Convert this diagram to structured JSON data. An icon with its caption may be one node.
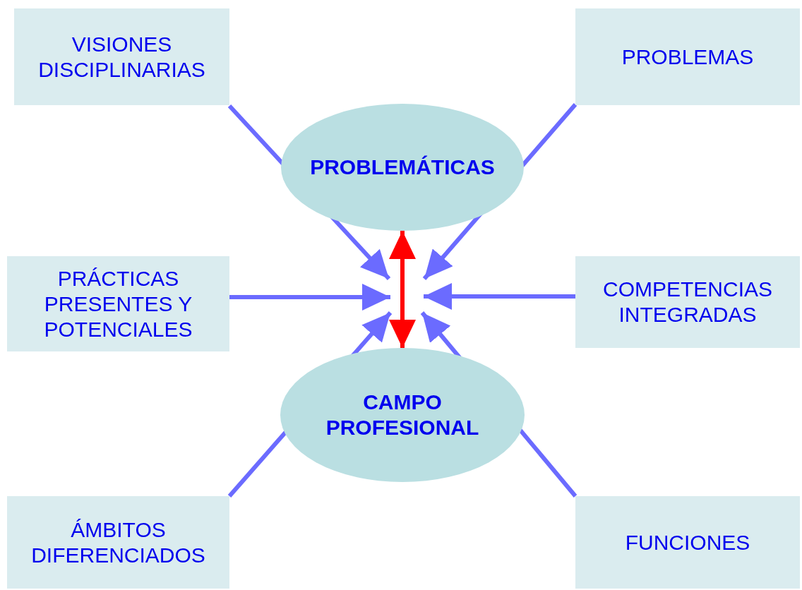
{
  "diagram": {
    "nodes": [
      {
        "text": [
          "VISIONES DISCIPLINARIAS"
        ]
      },
      {
        "text": [
          "PROBLEMAS"
        ]
      },
      {
        "text": [
          "PROBLEMÁTICAS"
        ]
      },
      {
        "text": [
          "PRÁCTICAS PRESENTES Y POTENCIALES"
        ]
      },
      {
        "text": [
          "COMPETENCIAS INTEGRADAS"
        ]
      },
      {
        "text": [
          "CAMPO PROFESIONAL"
        ]
      },
      {
        "text": [
          "ÁMBITOS DIFERENCIADOS"
        ]
      },
      {
        "text": [
          "FUNCIONES"
        ]
      }
    ],
    "edges": [
      {
        "from": 0,
        "to": null,
        "arrow": "to"
      },
      {
        "from": 1,
        "to": null,
        "arrow": "to"
      },
      {
        "from": 3,
        "to": null,
        "arrow": "to"
      },
      {
        "from": 4,
        "to": null,
        "arrow": "to"
      },
      {
        "from": 6,
        "to": null,
        "arrow": "to"
      },
      {
        "from": 7,
        "to": null,
        "arrow": "to"
      },
      {
        "from": 2,
        "to": 5,
        "arrow": "both",
        "color": "#ff0000"
      }
    ]
  }
}
